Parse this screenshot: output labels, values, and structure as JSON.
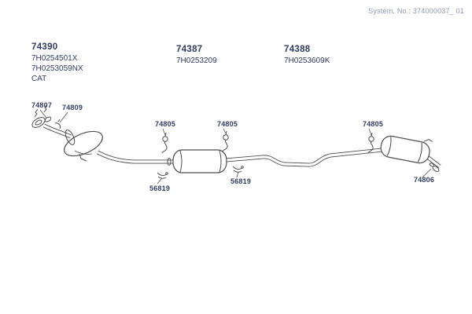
{
  "header": {
    "system_no": "System. No.: 374000037_ 01"
  },
  "assemblies": [
    {
      "part_no": "74390",
      "refs": [
        "7H0254501X",
        "7H0253059NX",
        "CAT"
      ]
    },
    {
      "part_no": "74387",
      "refs": [
        "7H0253209"
      ]
    },
    {
      "part_no": "74388",
      "refs": [
        "7H0253609K"
      ]
    }
  ],
  "callouts": [
    {
      "label": "74807"
    },
    {
      "label": "74809"
    },
    {
      "label": "74805"
    },
    {
      "label": "74805"
    },
    {
      "label": "74805"
    },
    {
      "label": "56819"
    },
    {
      "label": "56819"
    },
    {
      "label": "74806"
    }
  ],
  "colors": {
    "label_text": "#343b63",
    "line_art": "#4d4d4d",
    "header_text": "#8f98ac"
  }
}
